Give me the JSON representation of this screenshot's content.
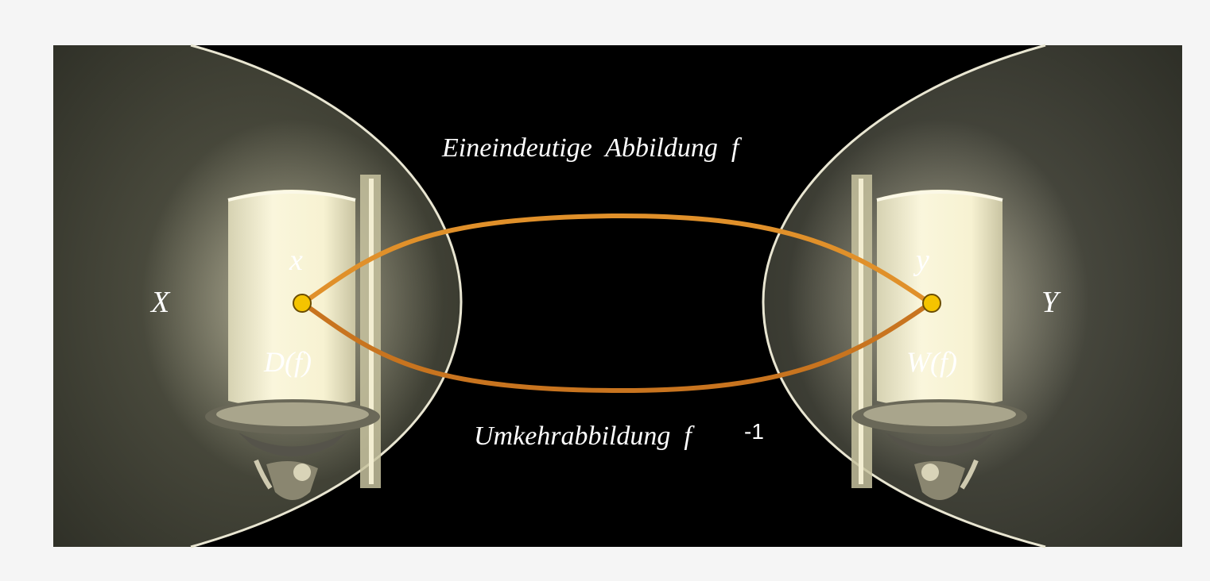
{
  "diagram": {
    "set_left_label": "X",
    "set_right_label": "Y",
    "element_x_label": "x",
    "element_y_label": "y",
    "domain_label": "D(f)",
    "range_label": "W(f)",
    "mapping_label": "Eineindeutige  Abbildung  f",
    "inverse_label_text": "Umkehrabbildung  f",
    "inverse_label_superscript": "-1",
    "colors": {
      "background": "#000000",
      "set_region": "#3a3b32",
      "set_outline": "#e9e6d2",
      "arrow": "#e0902a",
      "point_fill": "#f5c400",
      "lamp_glow": "#f4efcf"
    },
    "icons": [
      "lamp-icon-left",
      "lamp-icon-right"
    ]
  }
}
